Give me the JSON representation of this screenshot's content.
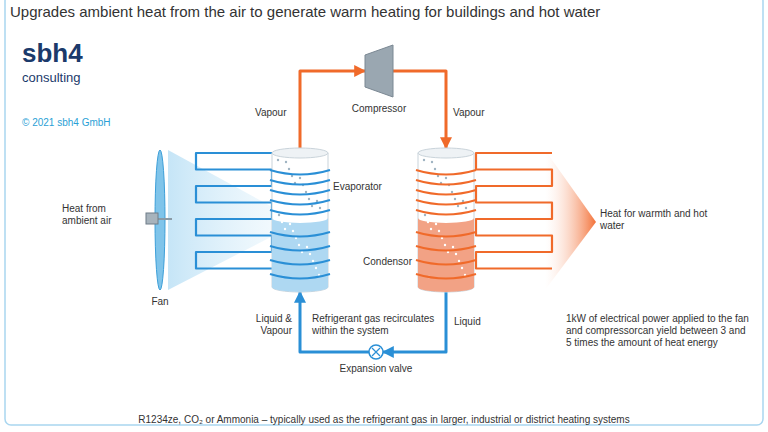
{
  "diagram": {
    "title": "Upgrades ambient heat from the air to generate warm heating for buildings and hot water",
    "caption": "R1234ze, CO₂ or Ammonia – typically used as the refrigerant gas in larger, industrial or district heating systems",
    "nodes": [
      {
        "text": [
          "Fan"
        ]
      },
      {
        "text": [
          "Evaporator"
        ]
      },
      {
        "text": [
          "Compressor"
        ]
      },
      {
        "text": [
          "Condensor"
        ]
      },
      {
        "text": [
          "Expansion valve"
        ]
      }
    ],
    "edges": [
      {
        "from": 1,
        "to": 2,
        "label": "Vapour",
        "arrow": "to"
      },
      {
        "from": 2,
        "to": 3,
        "label": "Vapour",
        "arrow": "to"
      },
      {
        "from": 3,
        "to": 4,
        "label": "Liquid",
        "arrow": "to"
      },
      {
        "from": 4,
        "to": 1,
        "label": "Liquid & Vapour",
        "arrow": "to"
      }
    ],
    "labels": [
      "sbh4",
      "consulting",
      "© 2021 sbh4 GmbH",
      "Heat from ambient air",
      "Refrigerant gas recirculates within the system",
      "Heat for warmth and hot water",
      "1kW of electrical power applied to the fan and compressorcan yield between 3 and 5 times the amount of heat energy"
    ]
  }
}
